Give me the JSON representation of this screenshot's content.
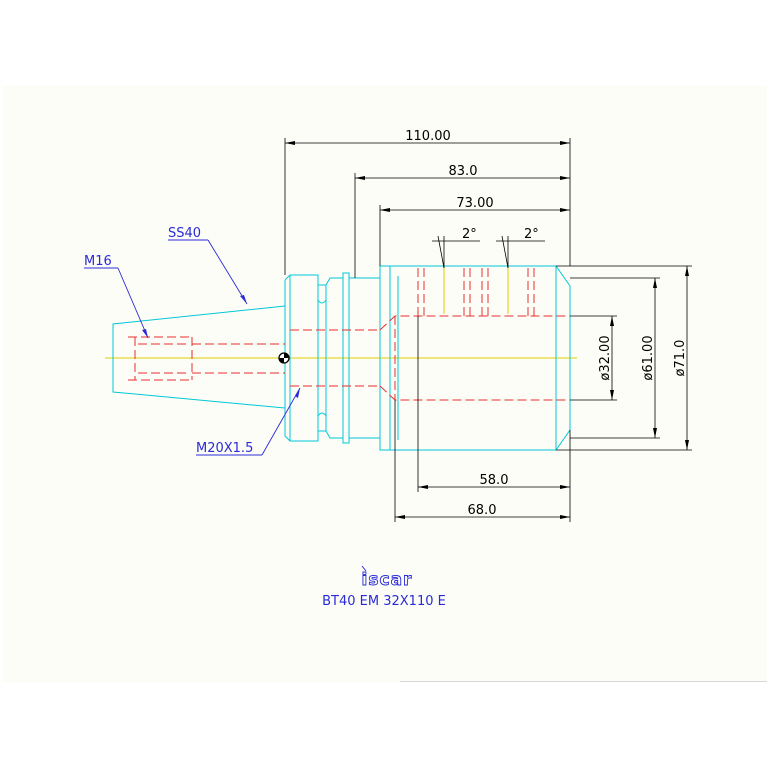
{
  "drawing": {
    "dimensions": {
      "d110": "110.00",
      "d83": "83.0",
      "d73": "73.00",
      "angle_left": "2°",
      "angle_right": "2°",
      "d58": "58.0",
      "d68": "68.0",
      "dia32": "ø32.00",
      "dia61": "ø61.00",
      "dia71": "ø71.0"
    },
    "callouts": {
      "taper": "SS40",
      "pull_stud_thread": "M16",
      "coolant_thread": "M20X1.5"
    },
    "title_block": {
      "logo_text": "iscar",
      "part_number": "BT40 EM 32X110 E"
    },
    "colors": {
      "outline": "#00c8d8",
      "hidden": "#e83030",
      "centerline": "#e0d000",
      "dimension": "#000000",
      "annotation": "#2a2ad8"
    }
  }
}
